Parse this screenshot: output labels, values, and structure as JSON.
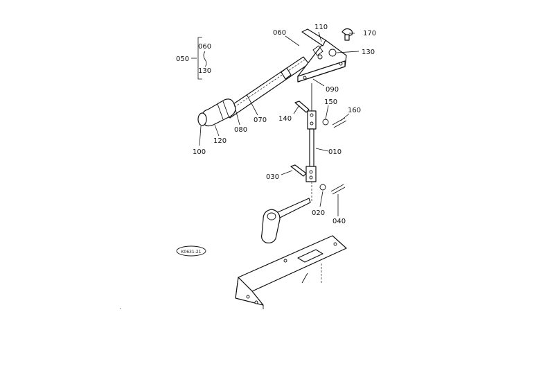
{
  "labels": {
    "p010": "010",
    "p020": "020",
    "p030": "030",
    "p040": "040",
    "p050": "050",
    "p060": "060",
    "p060b": "060",
    "p070": "070",
    "p080": "080",
    "p090": "090",
    "p100": "100",
    "p110": "110",
    "p120": "120",
    "p130": "130",
    "p130b": "130",
    "p140": "140",
    "p150": "150",
    "p160": "160",
    "p170": "170"
  },
  "stamp": "K0631-21"
}
